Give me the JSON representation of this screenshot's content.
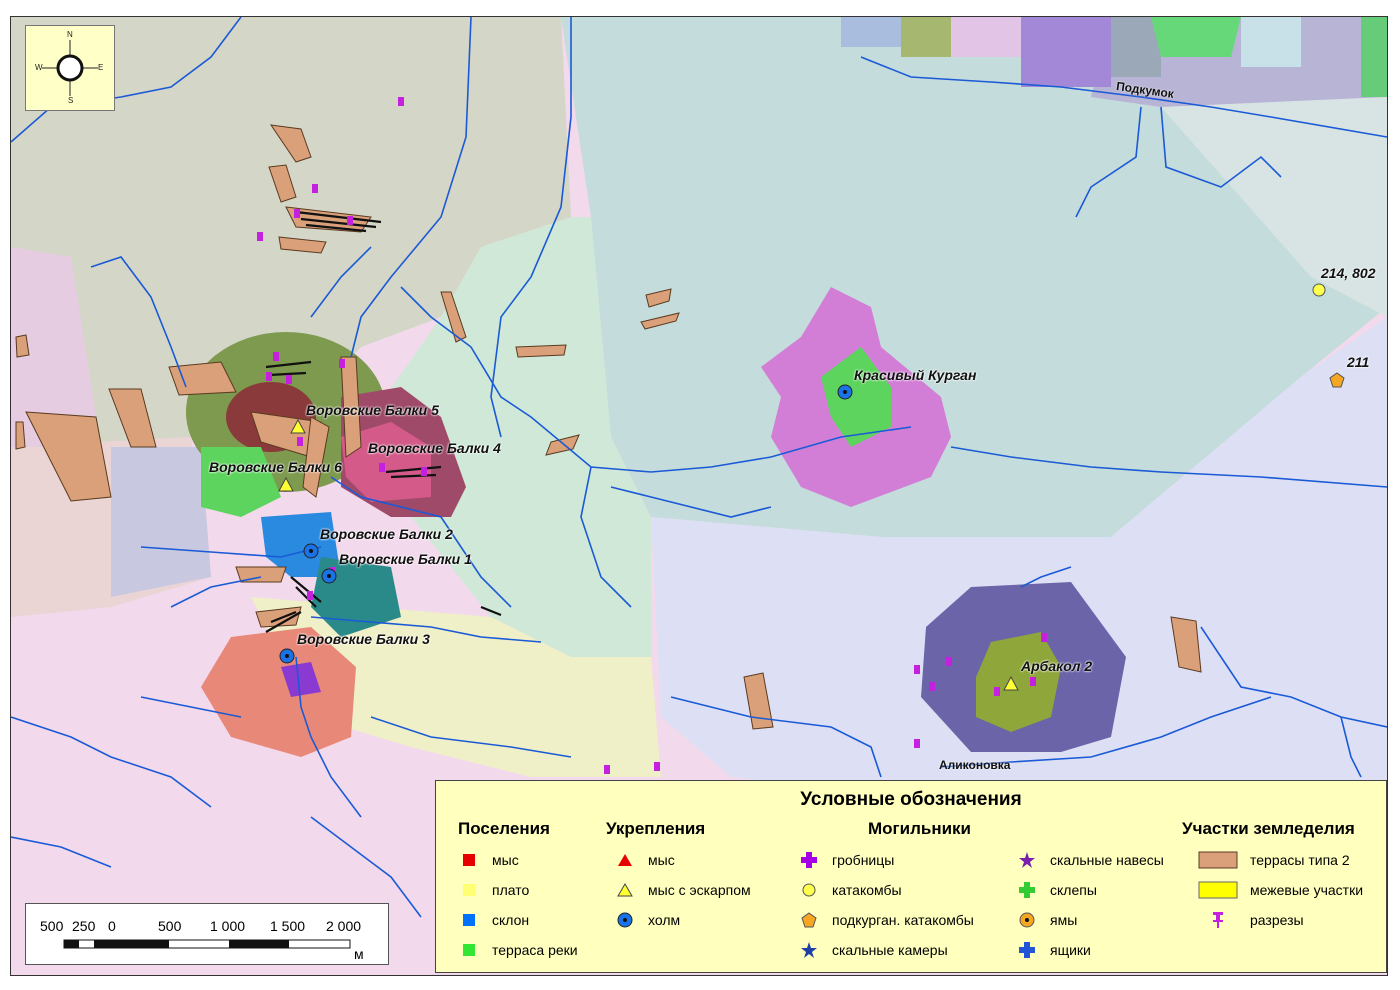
{
  "legend": {
    "title": "Условные обозначения",
    "groups": {
      "settlements": {
        "title": "Поселения",
        "items": [
          {
            "label": "мыс",
            "color": "#e60000",
            "symbol": "square"
          },
          {
            "label": "плато",
            "color": "#ffff73",
            "symbol": "square"
          },
          {
            "label": "склон",
            "color": "#0070ff",
            "symbol": "square"
          },
          {
            "label": "терраса реки",
            "color": "#33e633",
            "symbol": "square"
          }
        ]
      },
      "fortifications": {
        "title": "Укрепления",
        "items": [
          {
            "label": "мыс",
            "color": "#e60000",
            "symbol": "triangle"
          },
          {
            "label": "мыс с эскарпом",
            "color": "#ffff33",
            "symbol": "triangle"
          },
          {
            "label": "холм",
            "color": "#1a73e6",
            "symbol": "dot-circle"
          }
        ]
      },
      "burials": {
        "title": "Могильники",
        "items": [
          {
            "label": "гробницы",
            "color": "#a600e6",
            "symbol": "cross"
          },
          {
            "label": "катакомбы",
            "color": "#ffff4d",
            "symbol": "circle"
          },
          {
            "label": "подкурган. катакомбы",
            "color": "#f5a623",
            "symbol": "pentagon"
          },
          {
            "label": "скальные камеры",
            "color": "#1f3fa8",
            "symbol": "star"
          }
        ],
        "items2": [
          {
            "label": "скальные навесы",
            "color": "#7a1fb0",
            "symbol": "star"
          },
          {
            "label": "склепы",
            "color": "#33cc33",
            "symbol": "cross"
          },
          {
            "label": "ямы",
            "color": "#f5a623",
            "symbol": "dot-circle"
          },
          {
            "label": "ящики",
            "color": "#2255d6",
            "symbol": "cross"
          }
        ]
      },
      "farming": {
        "title": "Участки земледелия",
        "items": [
          {
            "label": "террасы типа 2",
            "color": "#d9a07a",
            "symbol": "rect"
          },
          {
            "label": "межевые участки",
            "color": "#ffff00",
            "symbol": "rect"
          },
          {
            "label": "разрезы",
            "color": "#c51fe0",
            "symbol": "pin"
          }
        ]
      }
    }
  },
  "map_labels": [
    {
      "id": "vb5",
      "text": "Воровские Балки 5"
    },
    {
      "id": "vb4",
      "text": "Воровские Балки 4"
    },
    {
      "id": "vb6",
      "text": "Воровские Балки 6"
    },
    {
      "id": "vb2",
      "text": "Воровские Балки 2"
    },
    {
      "id": "vb1",
      "text": "Воровские Балки 1"
    },
    {
      "id": "vb3",
      "text": "Воровские Балки 3"
    },
    {
      "id": "kk",
      "text": "Красивый Курган"
    },
    {
      "id": "arb",
      "text": "Арбакол 2"
    },
    {
      "id": "p214",
      "text": "214, 802"
    },
    {
      "id": "p211",
      "text": "211"
    }
  ],
  "rivers": [
    {
      "id": "podkumok",
      "text": "Подкумок"
    },
    {
      "id": "alikonovka",
      "text": "Аликоновка"
    }
  ],
  "compass": {
    "n": "N",
    "s": "S",
    "e": "E",
    "w": "W"
  },
  "scale_bar": {
    "ticks": [
      "500",
      "250",
      "0",
      "500",
      "1 000",
      "1 500",
      "2 000"
    ],
    "unit": "м"
  }
}
